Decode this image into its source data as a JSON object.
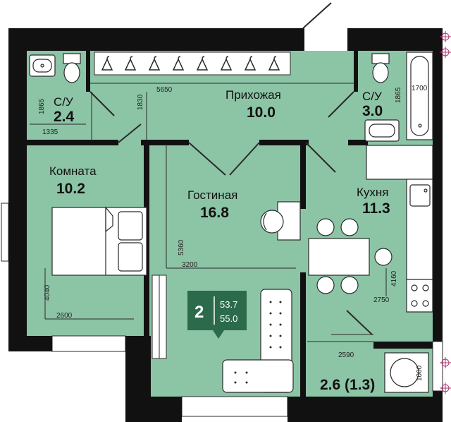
{
  "plan": {
    "colors": {
      "floor": "#8cc4a6",
      "wall": "#111111",
      "fixture": "#ffffff",
      "line": "#2a2a2a",
      "badge": "#2b6b4c"
    },
    "rooms": {
      "hall": {
        "name": "Прихожая",
        "area": "10.0"
      },
      "wc1": {
        "name": "С/У",
        "area": "2.4"
      },
      "wc2": {
        "name": "С/У",
        "area": "3.0"
      },
      "bedroom": {
        "name": "Комната",
        "area": "10.2"
      },
      "living": {
        "name": "Гостиная",
        "area": "16.8"
      },
      "kitchen": {
        "name": "Кухня",
        "area": "11.3"
      },
      "balcony": {
        "area": "2.6 (1.3)"
      }
    },
    "dimensions": {
      "hall_width": "5650",
      "hall_depth": "1830",
      "wc1_depth": "1865",
      "wc1_width": "1335",
      "wc2_depth": "1865",
      "bath_length": "1700",
      "living_depth": "5360",
      "living_width": "3200",
      "bedroom_depth": "4040",
      "bedroom_width": "2600",
      "kitchen_depth": "4160",
      "kitchen_width": "2750",
      "balcony_width": "2590",
      "balcony_depth": "1000"
    },
    "badge": {
      "rooms": "2",
      "area_living": "53.7",
      "area_total": "55.0"
    },
    "icons": {
      "hangers": "hanger-icon",
      "toilet": "toilet-icon",
      "sink": "sink-icon",
      "bathtub": "bathtub-icon",
      "bed": "bed-icon",
      "desk": "desk-chair-icon",
      "sofa": "sofa-icon",
      "dining": "dining-table-icon",
      "stove": "stove-icon",
      "kitchen-sink": "kitchen-sink-icon",
      "radiator": "radiator-icon",
      "compass": "compass-icon"
    }
  }
}
